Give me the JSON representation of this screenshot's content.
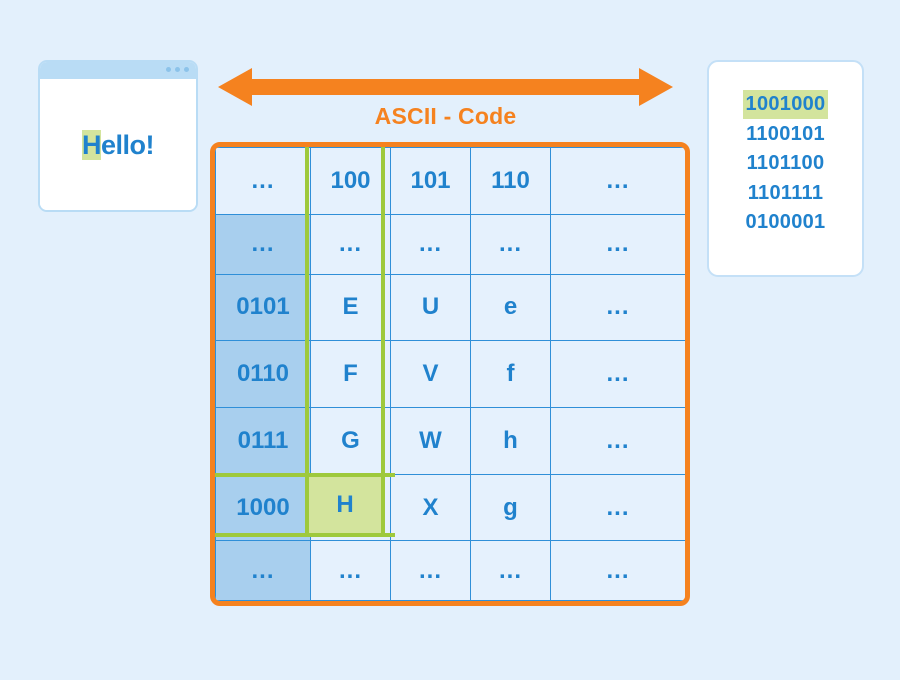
{
  "background_color": "#e3f0fc",
  "accent_orange": "#f5821f",
  "accent_blue": "#2082cd",
  "accent_green": "#9ec93c",
  "highlight_green": "#d3e49d",
  "browser": {
    "text_before": "H",
    "text_after": "ello!",
    "full_text": "Hello!"
  },
  "arrow": {
    "label": "ASCII - Code"
  },
  "binary_panel": {
    "codes": [
      {
        "value": "1001000",
        "highlighted": true
      },
      {
        "value": "1100101",
        "highlighted": false
      },
      {
        "value": "1101100",
        "highlighted": false
      },
      {
        "value": "1101111",
        "highlighted": false
      },
      {
        "value": "0100001",
        "highlighted": false
      }
    ]
  },
  "table": {
    "headers": [
      "...",
      "100",
      "101",
      "110",
      "..."
    ],
    "rows": [
      {
        "label": "...",
        "cells": [
          "...",
          "...",
          "...",
          "..."
        ]
      },
      {
        "label": "0101",
        "cells": [
          "E",
          "U",
          "e",
          "..."
        ]
      },
      {
        "label": "0110",
        "cells": [
          "F",
          "V",
          "f",
          "..."
        ]
      },
      {
        "label": "0111",
        "cells": [
          "G",
          "W",
          "h",
          "..."
        ]
      },
      {
        "label": "1000",
        "cells": [
          "H",
          "X",
          "g",
          "..."
        ]
      },
      {
        "label": "...",
        "cells": [
          "...",
          "...",
          "...",
          "..."
        ]
      }
    ],
    "highlighted_cell": {
      "row_label": "1000",
      "column_label": "100",
      "value": "H"
    }
  }
}
